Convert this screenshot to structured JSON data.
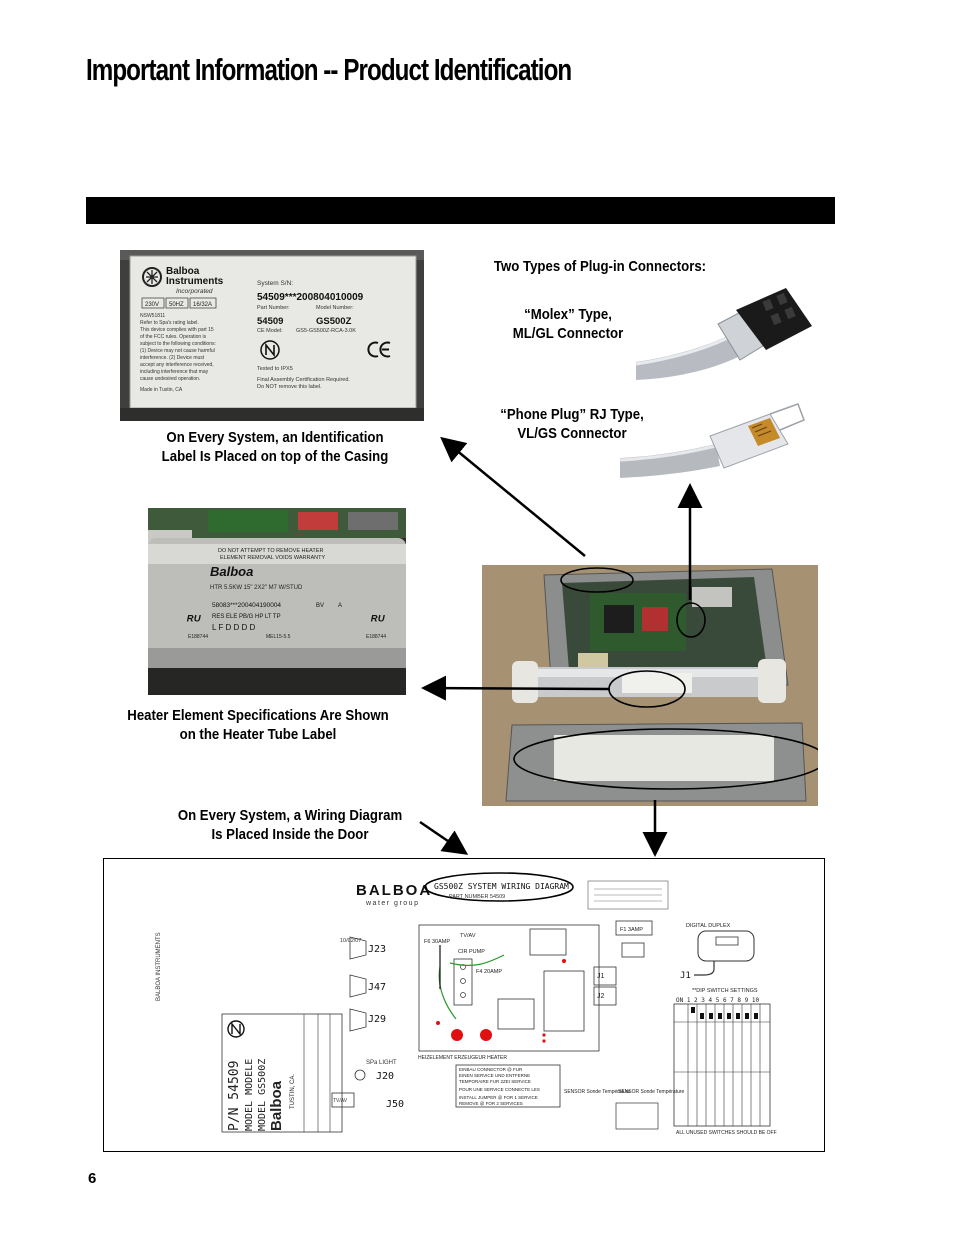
{
  "page": {
    "title": "Important Information -- Product Identification",
    "page_number": "6"
  },
  "captions": {
    "connectors_heading": "Two Types of Plug-in Connectors:",
    "molex_line1": "“Molex” Type,",
    "molex_line2": "ML/GL Connector",
    "phone_line1": "“Phone Plug” RJ Type,",
    "phone_line2": "VL/GS Connector",
    "id_label_line1": "On Every System, an Identification",
    "id_label_line2": "Label Is Placed on top of the Casing",
    "heater_line1": "Heater Element Specifications Are Shown",
    "heater_line2": "on the Heater Tube Label",
    "wiring_line1": "On Every System, a Wiring Diagram",
    "wiring_line2": "Is Placed Inside the Door"
  },
  "id_label": {
    "brand_line1": "Balboa",
    "brand_line2": "Instruments",
    "brand_line3": "Incorporated",
    "rating_voltage": "230V",
    "rating_freq": "50HZ",
    "rating_amps": "16/32A",
    "system_sn_label": "System S/N:",
    "system_sn": "54509***200804010009",
    "part_number_label": "Part Number:",
    "model_number_label": "Model Number:",
    "part_number": "54509",
    "model_number": "GS500Z",
    "ce_model_label": "CE Model:",
    "ce_model": "GS5-GS500Z-RCA-3.0K",
    "tested": "Tested to IPX5",
    "cert_line1": "Final Assembly Certification Required.",
    "cert_line2": "Do NOT remove this label.",
    "fcc_id": "NSW51811",
    "fcc_line1": "Refer to Spa's rating label.",
    "fcc_line2": "This device complies with part 15",
    "fcc_line3": "of the FCC rules. Operation is",
    "fcc_line4": "subject to the following conditions:",
    "fcc_line5": "(1) Device may not cause harmful",
    "fcc_line6": "interference. (2) Device must",
    "fcc_line7": "accept any interference received,",
    "fcc_line8": "including interference that may",
    "fcc_line9": "cause undesired operation.",
    "made_in": "Made in Tustin, CA"
  },
  "heater_label": {
    "warning_line1": "DO NOT ATTEMPT TO REMOVE HEATER",
    "warning_line2": "ELEMENT REMOVAL VOIDS WARRANTY",
    "brand": "Balboa",
    "spec": "HTR 5.5KW 15\" 2X2\" M7 W/STUD",
    "serial": "58083***200404190004",
    "serial_suffix_1": "BV",
    "serial_suffix_2": "A",
    "codes_header": "RES  ELE  PB/G  HP   LT   TP",
    "codes_values": "L    F    D    D    D    D",
    "file_left": "E188744",
    "file_mid": "MEL15-5.5",
    "file_right": "E188744"
  },
  "wiring": {
    "brand": "BALBOA",
    "brand_sub": "water group",
    "diagram_title": "GS500Z SYSTEM WIRING DIAGRAM",
    "part_number": "PART NUMBER 54509",
    "date": "10/02/07",
    "vertical_brand": "BALBOA INSTRUMENTS",
    "pn_line": "P/N 54509",
    "model_line1": "MODEL MODELE",
    "model_line2": "MODEL GS500Z",
    "tustin": "TUSTIN, CA.",
    "j23": "J23",
    "j47": "J47",
    "j29": "J29",
    "j20": "J20",
    "j50": "J50",
    "j1_left": "J1",
    "j1": "J1",
    "j2": "J2",
    "f6": "F6 30AMP",
    "f1": "F1 3AMP",
    "tv_av": "TV/AV",
    "cir_pump": "CIR PUMP",
    "f4": "F4 20AMP",
    "spa_light": "SPa LIGHT",
    "heater_label": "HEIZELEMENT ERZEUGEUR HEATER",
    "sensor_a": "SENSOR Sonde Température",
    "sensor_b": "SENSOR Sonde Température",
    "digital_duplex": "DIGITAL DUPLEX",
    "dip_title": "**DIP SWITCH SETTINGS",
    "dip_numbers": "ON 1 2 3 4 5 6 7 8 9 10",
    "dip_footer": "ALL UNUSED SWITCHES SHOULD BE OFF",
    "instr_line1": "EINBAU CONNECTOR @ FUR",
    "instr_line2": "EINEN SERVICE UND ENTFERNE",
    "instr_line3": "TEMPORAIRE FUR 2ZEI SERVICE",
    "instr_line4": "POUR UNE SERVICE CONNECTE LES",
    "instr_line5": "INSTALL JUMPER @ FOR 1 SERVICE",
    "instr_line6": "REMOVE @ FOR 2 SERVICES"
  },
  "colors": {
    "annotation": "#000000",
    "wiring_red": "#e01010",
    "wiring_green": "#2a9a2a"
  }
}
